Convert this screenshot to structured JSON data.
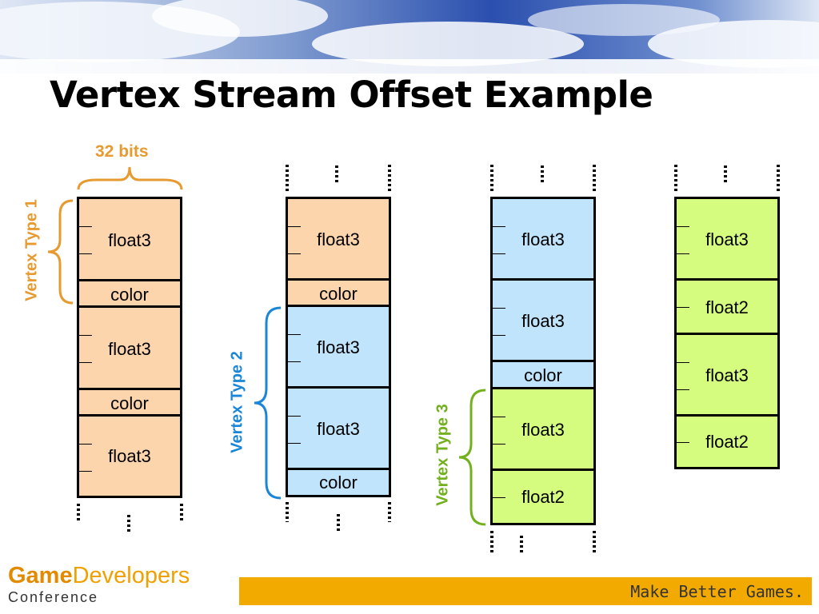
{
  "title": "Vertex Stream Offset Example",
  "width_label": "32 bits",
  "colors": {
    "orange": "#fcd5ac",
    "blue": "#bfe4fb",
    "green": "#d5fc7e",
    "accent_orange": "#e69a2f",
    "accent_blue": "#1a86d6",
    "accent_green": "#73b01e"
  },
  "streams": [
    {
      "blocks": [
        "float3",
        "color",
        "float3",
        "color",
        "float3"
      ]
    },
    {
      "blocks": [
        "float3",
        "color",
        "float3",
        "float3",
        "color"
      ]
    },
    {
      "blocks": [
        "float3",
        "float3",
        "color",
        "float3",
        "float2"
      ]
    },
    {
      "blocks": [
        "float3",
        "float2",
        "float3",
        "float2"
      ]
    }
  ],
  "vertex_types": [
    "Vertex Type 1",
    "Vertex Type 2",
    "Vertex Type 3"
  ],
  "footer": {
    "logo_game": "Game",
    "logo_developers": "Developers",
    "logo_conference": "Conference",
    "tagline": "Make Better Games."
  }
}
